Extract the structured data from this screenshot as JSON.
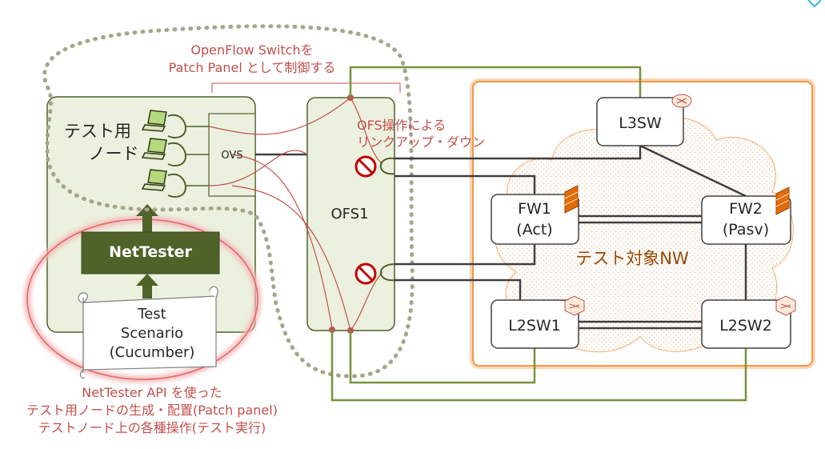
{
  "annotations": {
    "ofs_patch_line1": "OpenFlow Switchを",
    "ofs_patch_line2": "Patch Panel として制御する",
    "ofs_link_line1": "OFS操作による",
    "ofs_link_line2": "リンクアップ・ダウン",
    "api_line1": "NetTester API を使った",
    "api_line2": "テスト用ノードの生成・配置(Patch panel)",
    "api_line3": "テストノード上の各種操作(テスト実行)"
  },
  "tester": {
    "node_label_line1": "テスト用",
    "node_label_line2": "ノード",
    "ovs_label": "OVS",
    "nettester_label": "NetTester",
    "scenario_line1": "Test",
    "scenario_line2": "Scenario",
    "scenario_line3": "(Cucumber)"
  },
  "ofs": {
    "label": "OFS1"
  },
  "network": {
    "title": "テスト対象NW",
    "l3sw": "L3SW",
    "fw1_line1": "FW1",
    "fw1_line2": "(Act)",
    "fw2_line1": "FW2",
    "fw2_line2": "(Pasv)",
    "l2sw1": "L2SW1",
    "l2sw2": "L2SW2"
  },
  "icons": {
    "laptop": "laptop-icon",
    "router": "router-icon",
    "firewall": "firewall-icon",
    "switch": "switch-icon",
    "link-down": "no-entry-icon",
    "arrow": "arrow-up-icon"
  },
  "colors": {
    "green_dark": "#4f6228",
    "green_fill": "#ebf1de",
    "red_text": "#c0504d",
    "orange": "#f79646",
    "brown_text": "#984807",
    "dotted": "#a6a68c"
  }
}
